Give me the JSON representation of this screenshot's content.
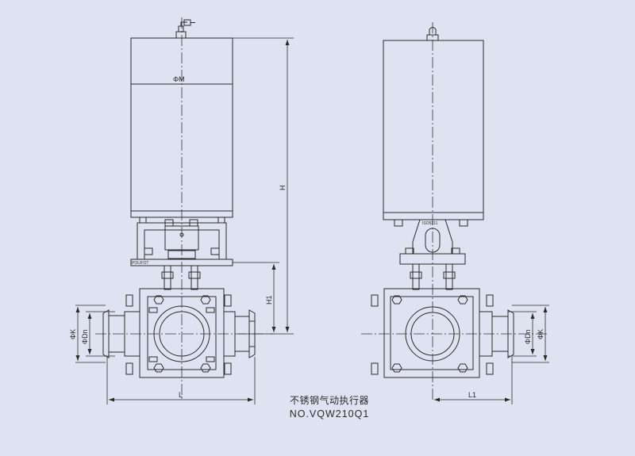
{
  "title_cn": "不锈钢气动执行器",
  "model_no": "NO.VQW210Q1",
  "dimensions": {
    "phi_m": "ΦM",
    "h": "H",
    "h1": "H1",
    "l": "L",
    "l1": "L1",
    "phi_k": "ΦK",
    "phi_dn": "ΦDn"
  },
  "part_marks": {
    "front_mount_plate": "POLIFOT",
    "side_mount_plate": "ISO5211"
  },
  "colors": {
    "background": "#dfe3f1",
    "line": "#2b2b2b",
    "centerline": "#333333"
  }
}
